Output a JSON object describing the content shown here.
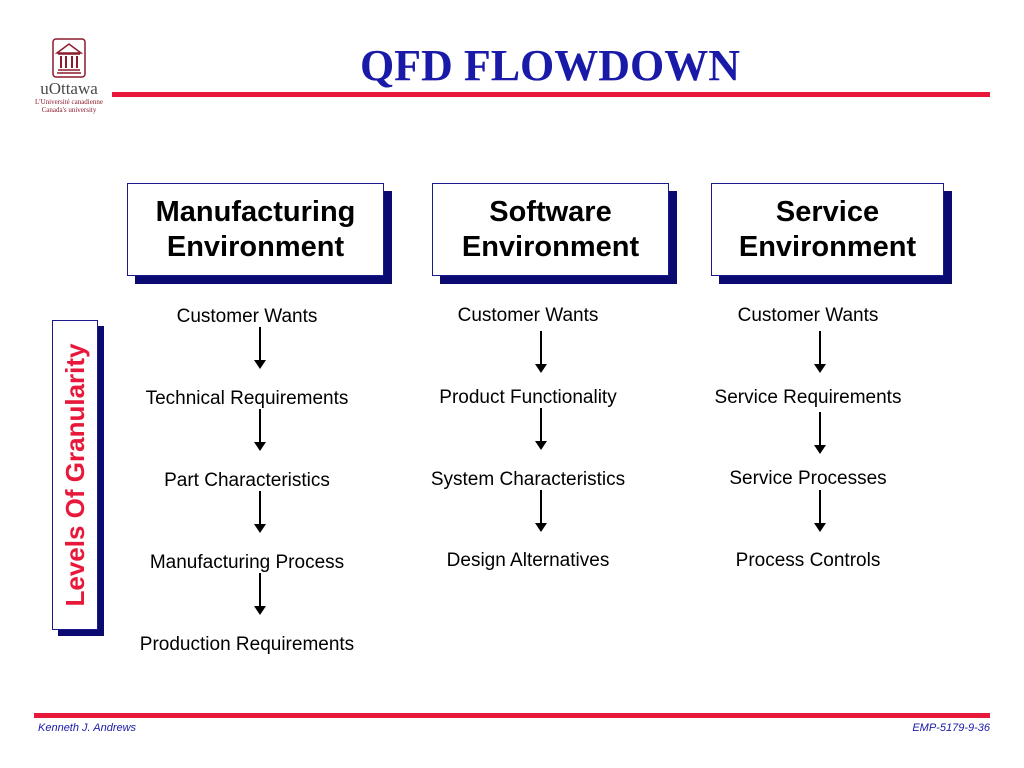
{
  "logo": {
    "name": "uOttawa",
    "sub_line_1": "L'Université canadienne",
    "sub_line_2": "Canada's university"
  },
  "title": "QFD FLOWDOWN",
  "columns": [
    {
      "heading_line_1": "Manufacturing",
      "heading_line_2": "Environment",
      "levels": [
        "Customer Wants",
        "Technical Requirements",
        "Part Characteristics",
        "Manufacturing Process",
        "Production Requirements"
      ]
    },
    {
      "heading_line_1": "Software",
      "heading_line_2": "Environment",
      "levels": [
        "Customer Wants",
        "Product Functionality",
        "System Characteristics",
        "Design Alternatives"
      ]
    },
    {
      "heading_line_1": "Service",
      "heading_line_2": "Environment",
      "levels": [
        "Customer Wants",
        "Service Requirements",
        "Service Processes",
        "Process Controls"
      ]
    }
  ],
  "side_label": "Levels Of Granularity",
  "footer": {
    "author": "Kenneth J. Andrews",
    "code": "EMP-5179-9-36"
  },
  "colors": {
    "title": "#1a1aa8",
    "rule": "#e8183a",
    "box_shadow": "#0a0a70",
    "side_label": "#e8183a"
  },
  "icons": {
    "logo": "university-building-icon",
    "flow": "arrow-down-icon"
  }
}
